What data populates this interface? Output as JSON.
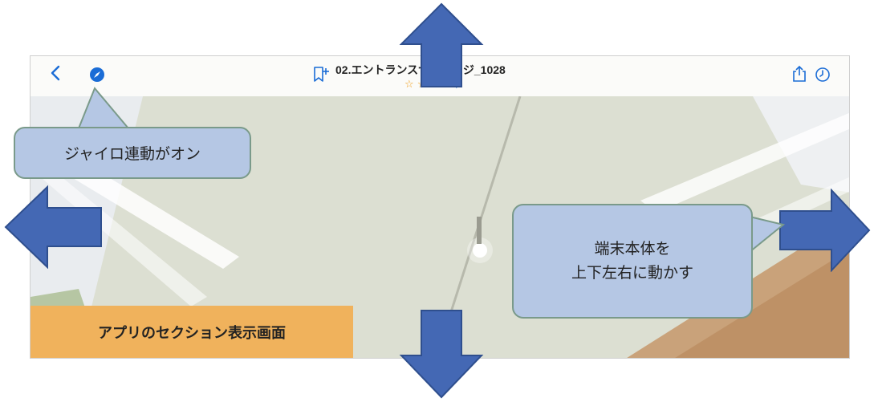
{
  "viewer": {
    "title": "02.エントランスサイネージ_1028",
    "rating_stars": "☆  ☆  ☆  ☆",
    "rating_dropdown": "▼"
  },
  "callouts": {
    "gyro": "ジャイロ連動がオン",
    "move_line1": "端末本体を",
    "move_line2": "上下左右に動かす"
  },
  "caption": "アプリのセクション表示画面",
  "colors": {
    "accent": "#1a6cd6",
    "arrow": "#4468b4",
    "callout_fill": "#b5c7e4",
    "caption_fill": "#f0b25c"
  }
}
